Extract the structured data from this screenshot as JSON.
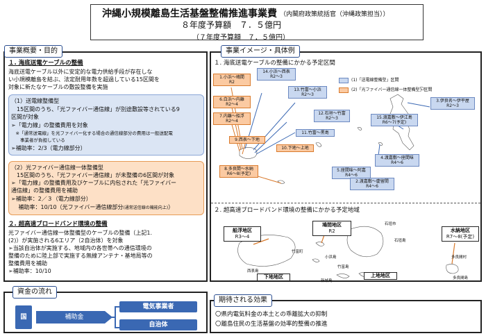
{
  "header": {
    "title": "沖縄小規模離島生活基盤整備推進事業費",
    "org": "（内閣府政策統括官（沖縄政策担当））",
    "budget_r8": "８年度予算額　７．５億円",
    "budget_r7": "（７年度予算額　７．５億円）"
  },
  "left": {
    "section_label": "事業概要・目的",
    "h1": "１. 海底送電ケーブルの整備",
    "p1": [
      "海底送電ケーブル以外に安定的な電力供給手段が存在しな",
      "い小規模離島を結ぶ、法定耐用年数を超過している15区間を",
      "対象に新たなケーブルの敷設整備を実施"
    ],
    "blue": [
      "（1）送電線整備型",
      "　15区間のうち、「光ファイバー通信線」が別途敷設等されている9",
      "区間が対象",
      "➢「電力線」の整備費用を対象",
      "　※「通常送電線」を光ファイバー化する場合の通信線部分の費用は一般送配電",
      "　　事業者が負担している",
      "➢補助率：2/3（電力線部分）"
    ],
    "orange": [
      "（2）光ファイバー通信線一体整備型",
      "　15区間のうち、「光ファイバー通信線」が未整備の6区間が対象",
      "➢「電力線」の整備費用及びケーブルに内包された「光ファイバー",
      "通信線」の整備費用を補助",
      "➢補助率：2／３（電力線部分）",
      "　 補助率：10/10（光ファイバー通信線部分",
      "(通常送信線の機能向上)",
      "）"
    ],
    "h2": "２. 超高速ブロードバンド環境の整備",
    "p2": [
      "光ファイバー通信線一体整備型のケーブルの整備（上記1.",
      "(2)）が実施される6エリア（2自治体）を対象",
      "➢当該自治体が実施する、地域内の各世帯への通信環境の",
      "整備のために陸上部で実施する無線アンテナ・基地局等の",
      "整備費用を補助",
      "➢補助率：10/10"
    ]
  },
  "right": {
    "section_label": "事業イメージ・具体例",
    "map1_title": "１. 海底送電ケーブルの整備にかかる予定区間",
    "legend": [
      "(1)「送電線整備型」区間",
      "(2)「光ファイバー通信線一体整備型」区間"
    ],
    "labels": [
      {
        "t": "1.小浜～鳩間\nR2",
        "c": "o"
      },
      {
        "t": "14.小浜～西表\nR2～3",
        "c": "b"
      },
      {
        "t": "6.白浜～内離\nR2～4",
        "c": "o"
      },
      {
        "t": "13.竹富～小浜\nR2～3",
        "c": "b"
      },
      {
        "t": "7.内離～船浮\nR2～4",
        "c": "o"
      },
      {
        "t": "12.石垣～竹富\nR2～3",
        "c": "b"
      },
      {
        "t": "3.伊良名～伊平屋\nR2～3",
        "c": "b"
      },
      {
        "t": "15.渡嘉敷～伊江島\nR6～7(予定)",
        "c": "b"
      },
      {
        "t": "11.竹富～黒島",
        "c": "b"
      },
      {
        "t": "9.西表～下地",
        "c": "o"
      },
      {
        "t": "10.下地～上地",
        "c": "o"
      },
      {
        "t": "4.渡嘉敷～座間味\nR4～6",
        "c": "b"
      },
      {
        "t": "5.座間味～阿嘉\nR4～6",
        "c": "b"
      },
      {
        "t": "8.多良間～水納\nR6～8(予定)",
        "c": "o"
      },
      {
        "t": "2.渡嘉敷～慶留間\nR4～6",
        "c": "b"
      }
    ],
    "map2_title": "２. 超高速ブロードバンド環境の整備にかかる予定地域",
    "areas": [
      {
        "name": "船浮地区",
        "period": "R3～4"
      },
      {
        "name": "鳩間地区",
        "period": "R2"
      },
      {
        "name": "水納地区",
        "period": "R7～8(予定)"
      },
      {
        "name": "下地地区",
        "period": ""
      },
      {
        "name": "上地地区",
        "period": ""
      }
    ],
    "places": [
      "西表島",
      "竹富町",
      "小浜島",
      "黒島",
      "新城島",
      "石垣市",
      "石垣島",
      "竹富島",
      "多良間村",
      "多良間島"
    ]
  },
  "funding": {
    "section_label": "資金の流れ",
    "source": "国",
    "arrow_label": "補助金",
    "targets": [
      "電気事業者",
      "自治体"
    ]
  },
  "effects": {
    "section_label": "期待される効果",
    "items": [
      "〇県内電気料金の本土との乖離拡大の抑制",
      "〇離島住民の生活基盤の効率的整備の推進"
    ]
  },
  "colors": {
    "accent": "#3a68b3",
    "blue_box": "#dbe5f4",
    "orange_box": "#fde0c6"
  }
}
